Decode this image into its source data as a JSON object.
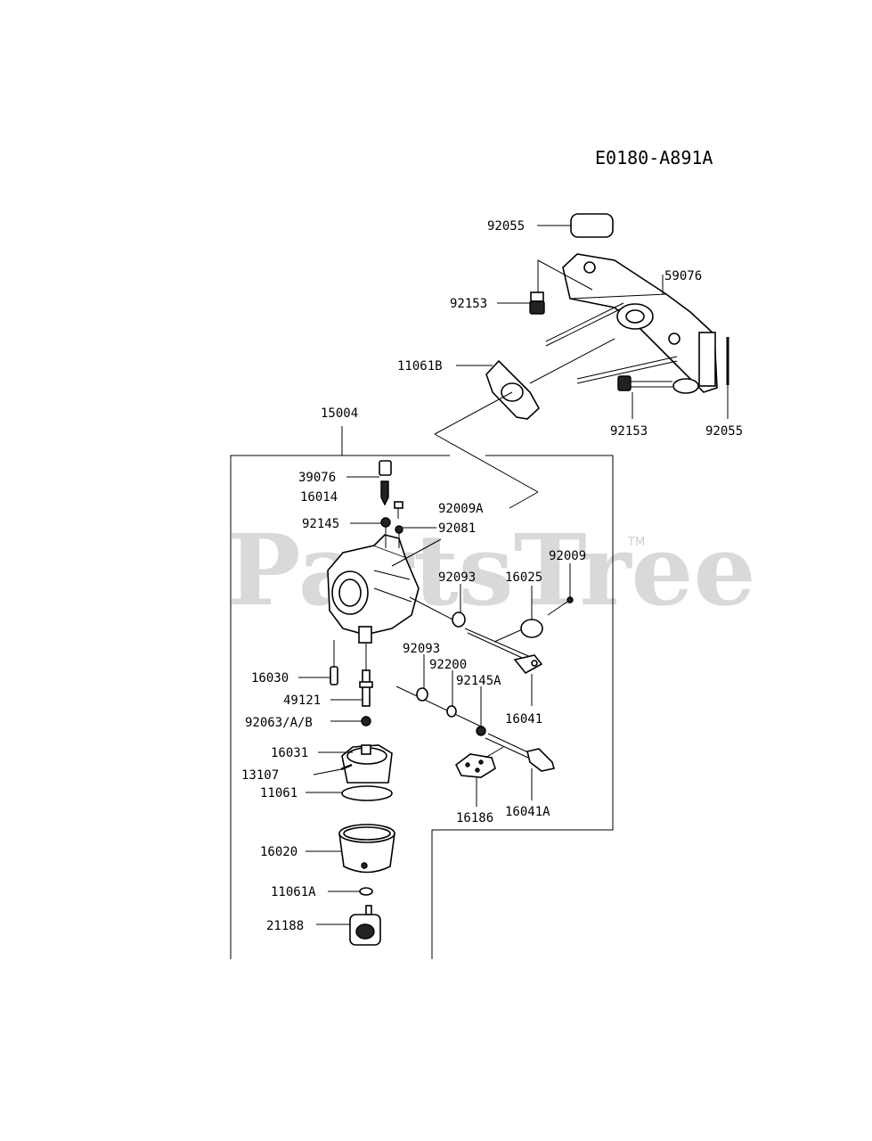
{
  "diagram_code": "E0180-A891A",
  "watermark": "PartsTree",
  "trademark": "TM",
  "labels": {
    "p92055_top": "92055",
    "p59076": "59076",
    "p92153_top": "92153",
    "p11061B": "11061B",
    "p92153_bot": "92153",
    "p92055_right": "92055",
    "p15004": "15004",
    "p39076": "39076",
    "p16014": "16014",
    "p92009A": "92009A",
    "p92145": "92145",
    "p92081": "92081",
    "p92009": "92009",
    "p92093_a": "92093",
    "p16025": "16025",
    "p16030": "16030",
    "p92093_b": "92093",
    "p92200": "92200",
    "p92145A": "92145A",
    "p49121": "49121",
    "p16041": "16041",
    "p92063": "92063/A/B",
    "p16031": "16031",
    "p13107": "13107",
    "p11061": "11061",
    "p16186": "16186",
    "p16041A": "16041A",
    "p16020": "16020",
    "p11061A": "11061A",
    "p21188": "21188"
  }
}
